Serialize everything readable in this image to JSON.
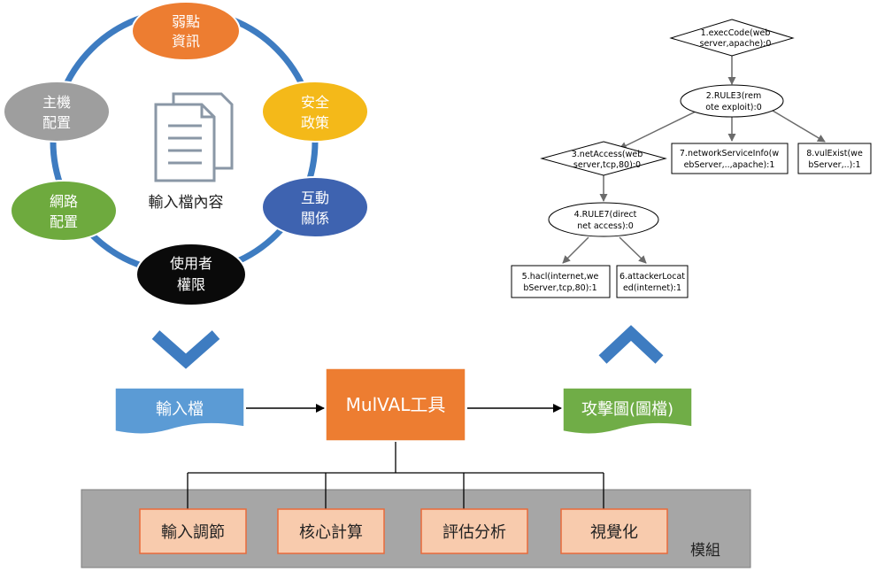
{
  "input_cycle": {
    "center_label": "輸入檔內容",
    "nodes": [
      {
        "id": "vuln",
        "lines": [
          "弱點",
          "資訊"
        ],
        "color": "#ED7D31"
      },
      {
        "id": "policy",
        "lines": [
          "安全",
          "政策"
        ],
        "color": "#F4B919"
      },
      {
        "id": "interaction",
        "lines": [
          "互動",
          "關係"
        ],
        "color": "#3E63B0"
      },
      {
        "id": "privilege",
        "lines": [
          "使用者",
          "權限"
        ],
        "color": "#0a0a0a"
      },
      {
        "id": "network",
        "lines": [
          "網路",
          "配置"
        ],
        "color": "#6EAA3E"
      },
      {
        "id": "host",
        "lines": [
          "主機",
          "配置"
        ],
        "color": "#9E9E9E"
      }
    ]
  },
  "attack_graph": {
    "nodes": [
      {
        "id": "n1",
        "shape": "diamond",
        "lines": [
          "1.execCode(web",
          "server,apache):0"
        ]
      },
      {
        "id": "n2",
        "shape": "ellipse",
        "lines": [
          "2.RULE3(rem",
          "ote exploit):0"
        ]
      },
      {
        "id": "n3",
        "shape": "diamond",
        "lines": [
          "3.netAccess(web",
          "server,tcp,80):0"
        ]
      },
      {
        "id": "n7",
        "shape": "box",
        "lines": [
          "7.networkServiceInfo(w",
          "ebServer,..,apache):1"
        ]
      },
      {
        "id": "n8",
        "shape": "box",
        "lines": [
          "8.vulExist(we",
          "bServer,..):1"
        ]
      },
      {
        "id": "n4",
        "shape": "ellipse",
        "lines": [
          "4.RULE7(direct",
          "net access):0"
        ]
      },
      {
        "id": "n5",
        "shape": "box",
        "lines": [
          "5.hacl(internet,we",
          "bServer,tcp,80):1"
        ]
      },
      {
        "id": "n6",
        "shape": "box",
        "lines": [
          "6.attackerLocat",
          "ed(internet):1"
        ]
      }
    ]
  },
  "flow": {
    "input_file": "輸入檔",
    "tool": "MulVAL工具",
    "output": "攻擊圖(圖檔)",
    "colors": {
      "input": "#5B9BD5",
      "tool": "#ED7D31",
      "output": "#70AD47"
    }
  },
  "modules": {
    "label": "模組",
    "items": [
      "輸入調節",
      "核心計算",
      "評估分析",
      "視覺化"
    ]
  }
}
